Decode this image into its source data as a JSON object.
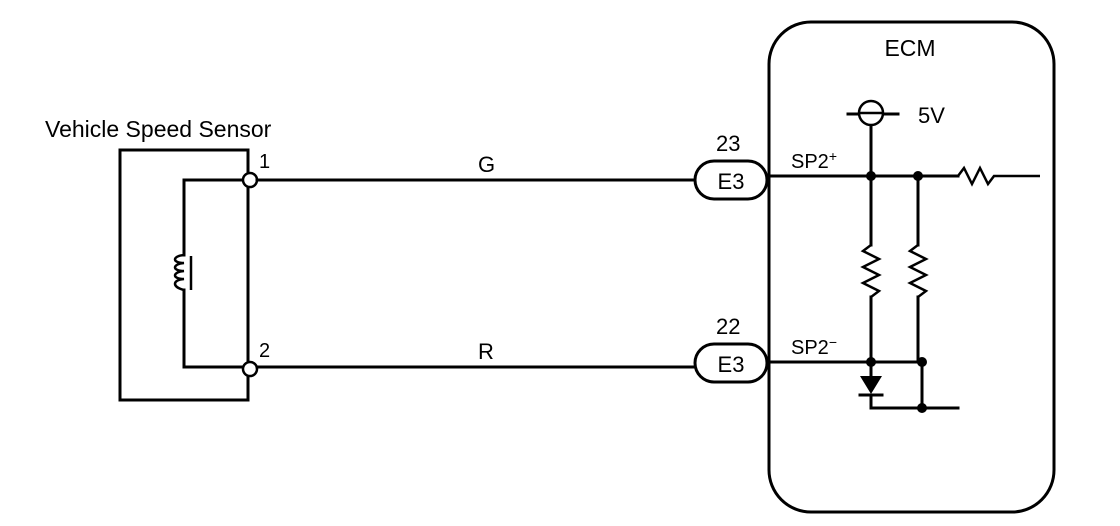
{
  "sensor": {
    "title": "Vehicle Speed Sensor",
    "pin1": "1",
    "pin2": "2"
  },
  "wires": {
    "top_color": "G",
    "bottom_color": "R"
  },
  "connectors": [
    {
      "pin": "23",
      "name": "E3"
    },
    {
      "pin": "22",
      "name": "E3"
    }
  ],
  "ecm": {
    "title": "ECM",
    "voltage": "5V",
    "sp2_plus": "SP2",
    "sp2_plus_sign": "+",
    "sp2_minus": "SP2",
    "sp2_minus_sign": "−"
  },
  "colors": {
    "ink": "#000000",
    "paper": "#ffffff"
  }
}
